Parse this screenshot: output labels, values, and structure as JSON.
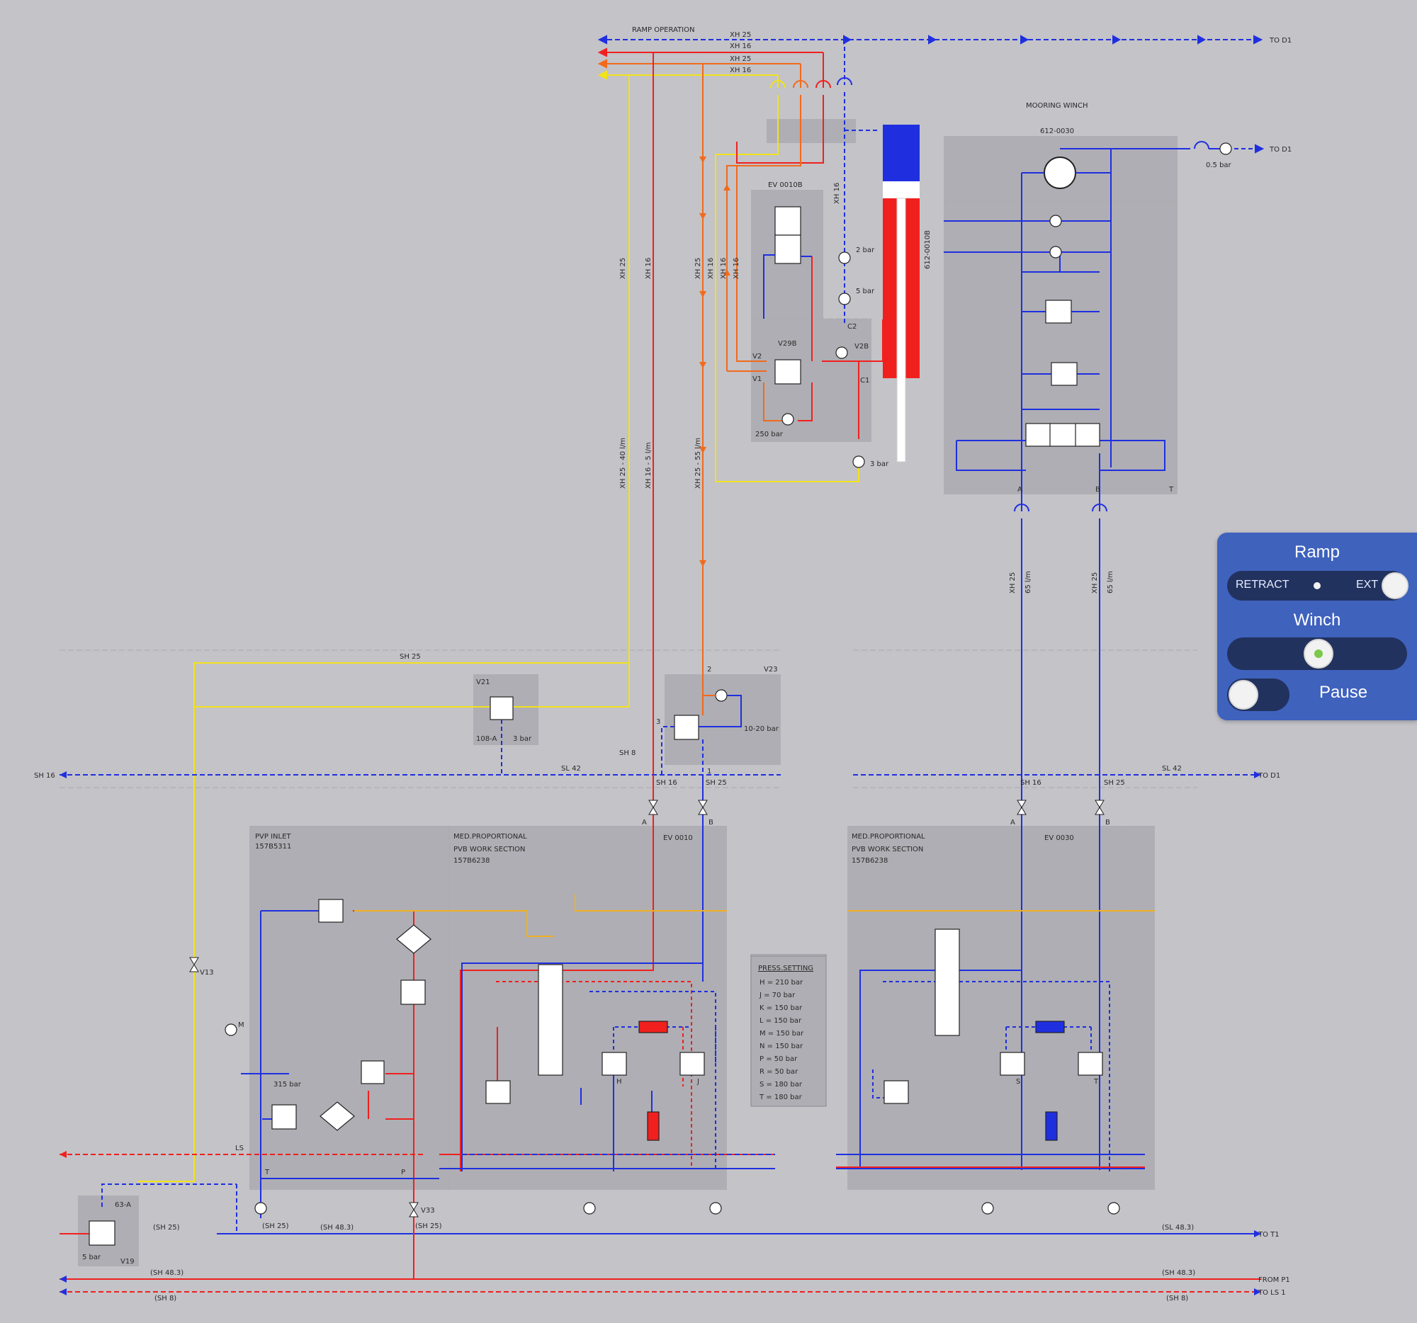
{
  "labels": {
    "ramp_operation": "RAMP OPERATION",
    "xh25": "XH 25",
    "xh16": "XH 16",
    "to_d1": "TO D1",
    "to_t1": "TO T1",
    "from_p1": "FROM P1",
    "to_ls1": "TO LS 1",
    "mooring_winch": "MOORING WINCH",
    "winch_block": "612-0030",
    "cylinder": "612-0010B",
    "p05bar": "0.5 bar",
    "ev0010b": "EV 0010B",
    "p2bar": "2 bar",
    "p5bar": "5 bar",
    "p3bar": "3 bar",
    "p250bar": "250 bar",
    "c2": "C2",
    "c1": "C1",
    "v29b": "V29B",
    "v2b": "V2B",
    "v2": "V2",
    "v1": "V1",
    "xh25_40": "XH 25 - 40 l/m",
    "xh16_5": "XH 16 - 5 l/m",
    "xh25_55": "XH 25 - 55 l/m",
    "l65": "65 l/m",
    "sh25": "SH 25",
    "sh16": "SH 16",
    "sl42": "SL 42",
    "sh8": "SH 8",
    "v21": "V21",
    "a108": "108-A",
    "v23": "V23",
    "p1020bar": "10-20 bar",
    "n2": "2",
    "n3": "3",
    "n1": "1",
    "pa": "A",
    "pb": "B",
    "pt": "T",
    "pp": "P",
    "pm": "M",
    "ls": "LS",
    "pvp_inlet": "PVP INLET",
    "pvp_code": "157B5311",
    "med_prop": "MED.PROPORTIONAL",
    "pvb_work": "PVB WORK SECTION",
    "pvb_code": "157B6238",
    "ev0010": "EV 0010",
    "ev0030": "EV 0030",
    "p315bar": "315 bar",
    "v13": "V13",
    "v33": "V33",
    "v19": "V19",
    "a63": "63-A",
    "sh25p": "(SH 25)",
    "sh483p": "(SH 48.3)",
    "sl483p": "(SL 48.3)",
    "sh8p": "(SH 8)",
    "hl": "H",
    "jl": "J",
    "sl": "S",
    "tl": "T"
  },
  "press_setting": {
    "title": "PRESS.SETTING",
    "rows": [
      "H = 210 bar",
      "J = 70 bar",
      "K = 150 bar",
      "L = 150 bar",
      "M = 150 bar",
      "N = 150 bar",
      "P = 50 bar",
      "R = 50 bar",
      "S = 180 bar",
      "T = 180 bar"
    ]
  },
  "controls": {
    "ramp_title": "Ramp",
    "ramp_retract": "RETRACT",
    "ramp_ext": "EXT",
    "winch_title": "Winch",
    "pause_label": "Pause"
  },
  "colors": {
    "blue": "#1f2fe0",
    "red": "#f0201e",
    "orange": "#f26a1b",
    "yellow": "#f2e21a",
    "amber": "#f0b020",
    "panel": "#3f62bd"
  }
}
